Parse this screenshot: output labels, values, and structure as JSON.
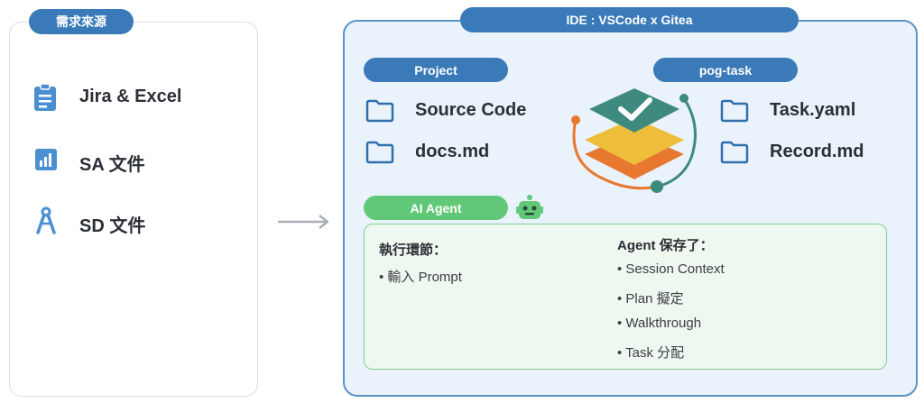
{
  "left_panel": {
    "badge": "需求來源",
    "items": [
      {
        "label": "Jira & Excel",
        "icon": "clipboard-icon"
      },
      {
        "label": "SA 文件",
        "icon": "chart-doc-icon"
      },
      {
        "label": "SD 文件",
        "icon": "compass-icon"
      }
    ]
  },
  "right_panel": {
    "badge": "IDE : VSCode x Gitea",
    "project": {
      "badge": "Project",
      "items": [
        "Source Code",
        "docs.md"
      ]
    },
    "pog_task": {
      "badge": "pog-task",
      "items": [
        "Task.yaml",
        "Record.md"
      ]
    },
    "ai_agent": {
      "badge": "AI Agent",
      "steps_heading": "執行環節：",
      "steps": [
        "• 輸入 Prompt"
      ],
      "saved_heading": "Agent 保存了：",
      "saved": [
        "• Session Context",
        "• Plan 擬定",
        "• Walkthrough",
        "• Task 分配"
      ]
    }
  },
  "colors": {
    "brand_blue": "#3a7ab8",
    "agent_green": "#62c879",
    "logo_teal": "#3e8a7e",
    "logo_yellow": "#eebd3a",
    "logo_orange": "#e8782f"
  }
}
